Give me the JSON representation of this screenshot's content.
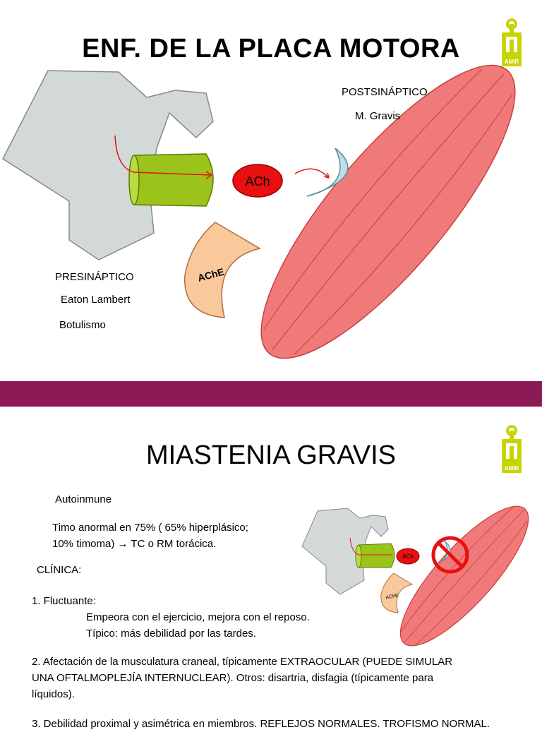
{
  "slide1": {
    "title": "ENF. DE LA PLACA MOTORA",
    "postsynaptic_label": "POSTSINÁPTICO",
    "postsynaptic_disease": "M. Gravis",
    "presynaptic_label": "PRESINÁPTICO",
    "presynaptic_disease_1": "Eaton Lambert",
    "presynaptic_disease_2": "Botulismo",
    "ach_label": "ACh",
    "ache_label": "AChE",
    "logo_text": "AMIR"
  },
  "slide2": {
    "title": "MIASTENIA GRAVIS",
    "logo_text": "AMIR",
    "ach_label": "ACh",
    "ache_label": "AChE",
    "line_autoinmune": "Autoinmune",
    "line_timo_1": "Timo anormal en 75% ( 65% hiperplásico;",
    "line_timo_2": "10% timoma) → TC o RM torácica.",
    "line_clinica": "CLÍNICA:",
    "item1_title": "1. Fluctuante:",
    "item1_line1": "Empeora con el ejercicio, mejora con el reposo.",
    "item1_line2": "Típico: más debilidad por las tardes.",
    "item2_line1": "2. Afectación de la musculatura craneal, típicamente EXTRAOCULAR (PUEDE SIMULAR",
    "item2_line2": "UNA OFTALMOPLEJÍA INTERNUCLEAR). Otros: disartria, disfagia (típicamente para",
    "item2_line3": "líquidos).",
    "item3_line1": "3. Debilidad proximal y asimétrica en miembros. REFLEJOS NORMALES. TROFISMO NORMAL."
  },
  "colors": {
    "divider": "#8b1a55",
    "neuron": "#d3d8d8",
    "terminal": "#9ac31c",
    "ach": "#e81010",
    "ache": "#f9c89b",
    "receptor": "#bfdfe6",
    "muscle": "#f07a7a",
    "logo": "#c8d400"
  }
}
